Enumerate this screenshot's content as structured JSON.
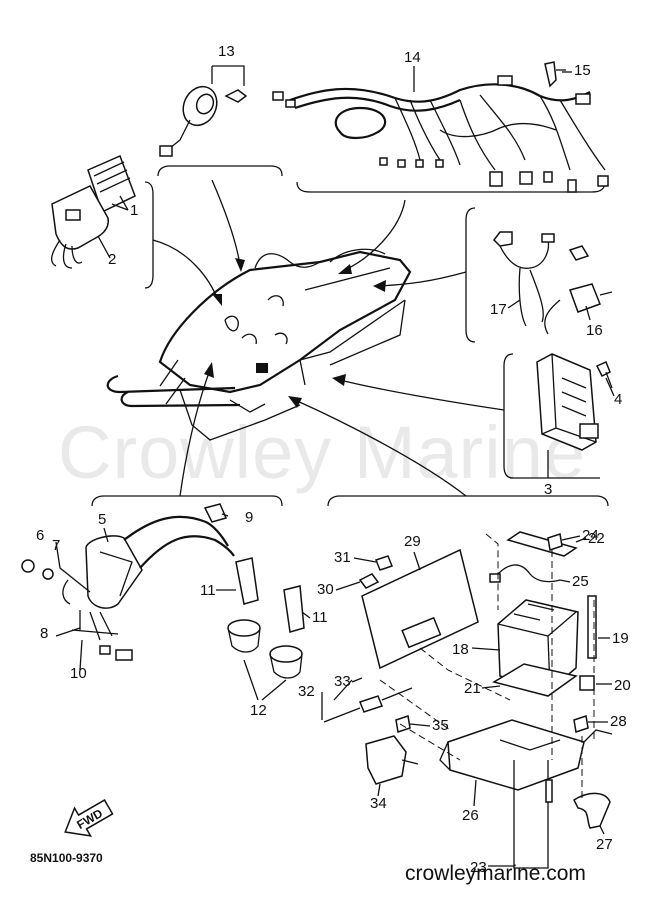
{
  "diagram": {
    "watermark": "Crowley Marine",
    "drawing_code": "85N100-9370",
    "website": "crowleymarine.com",
    "fwd_label": "FWD",
    "callouts": [
      "1",
      "2",
      "3",
      "4",
      "5",
      "6",
      "7",
      "8",
      "9",
      "10",
      "11",
      "11",
      "12",
      "13",
      "14",
      "15",
      "16",
      "17",
      "18",
      "19",
      "20",
      "21",
      "22",
      "23",
      "24",
      "25",
      "26",
      "27",
      "28",
      "29",
      "30",
      "31",
      "32",
      "33",
      "34",
      "35"
    ]
  }
}
